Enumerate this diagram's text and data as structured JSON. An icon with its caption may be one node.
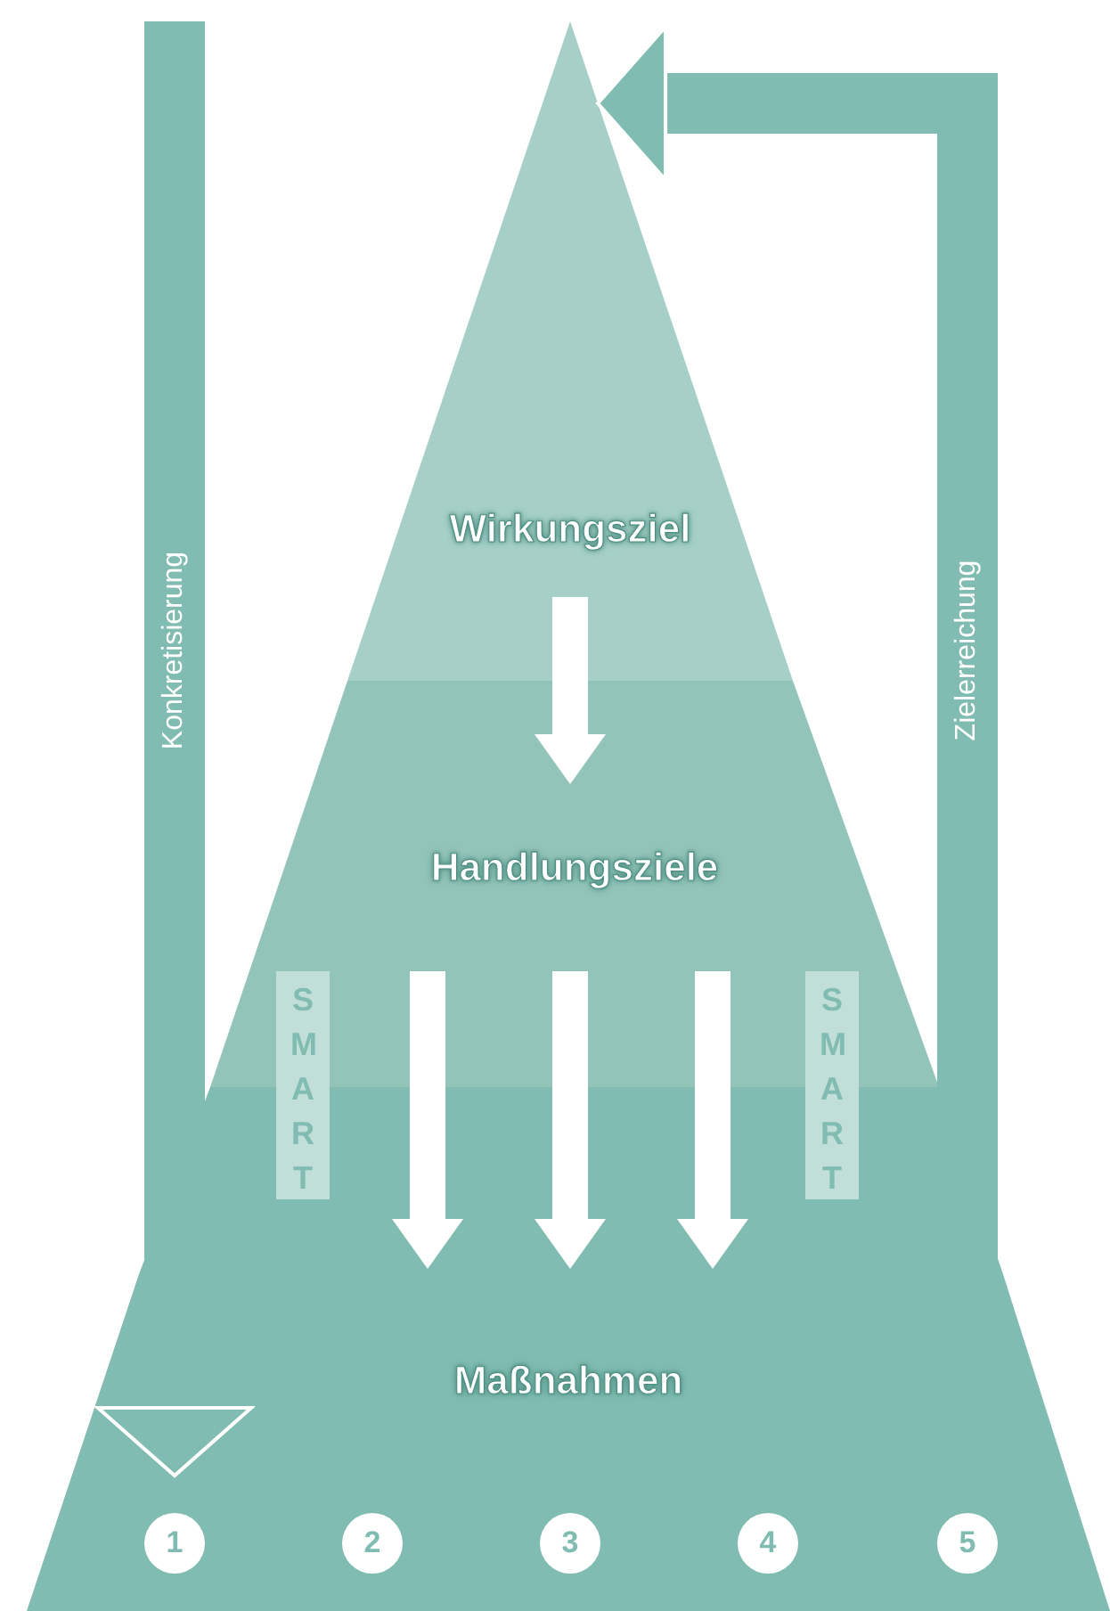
{
  "diagram": {
    "nodes": [
      {
        "text": [
          "Wirkungsziel"
        ]
      },
      {
        "text": [
          "Handlungsziele"
        ]
      },
      {
        "text": [
          "Maßnahmen"
        ]
      },
      {
        "text": [
          "1"
        ],
        "in": 2
      },
      {
        "text": [
          "2"
        ],
        "in": 2
      },
      {
        "text": [
          "3"
        ],
        "in": 2
      },
      {
        "text": [
          "4"
        ],
        "in": 2
      },
      {
        "text": [
          "5"
        ],
        "in": 2
      },
      {
        "text": [
          "SMART"
        ]
      },
      {
        "text": [
          "SMART"
        ]
      }
    ],
    "edges": [
      {
        "from": null,
        "to": 3,
        "arrow": "to",
        "label": "Konkretisierung",
        "color": "#80bcb1"
      },
      {
        "from": 7,
        "to": 0,
        "arrow": "to",
        "label": "Zielerreichung",
        "color": "#80bcb1"
      },
      {
        "from": 0,
        "to": 1,
        "arrow": "to"
      },
      {
        "from": 1,
        "to": 2,
        "arrow": "to"
      },
      {
        "from": 1,
        "to": 2,
        "arrow": "to"
      },
      {
        "from": 1,
        "to": 2,
        "arrow": "to"
      }
    ]
  }
}
